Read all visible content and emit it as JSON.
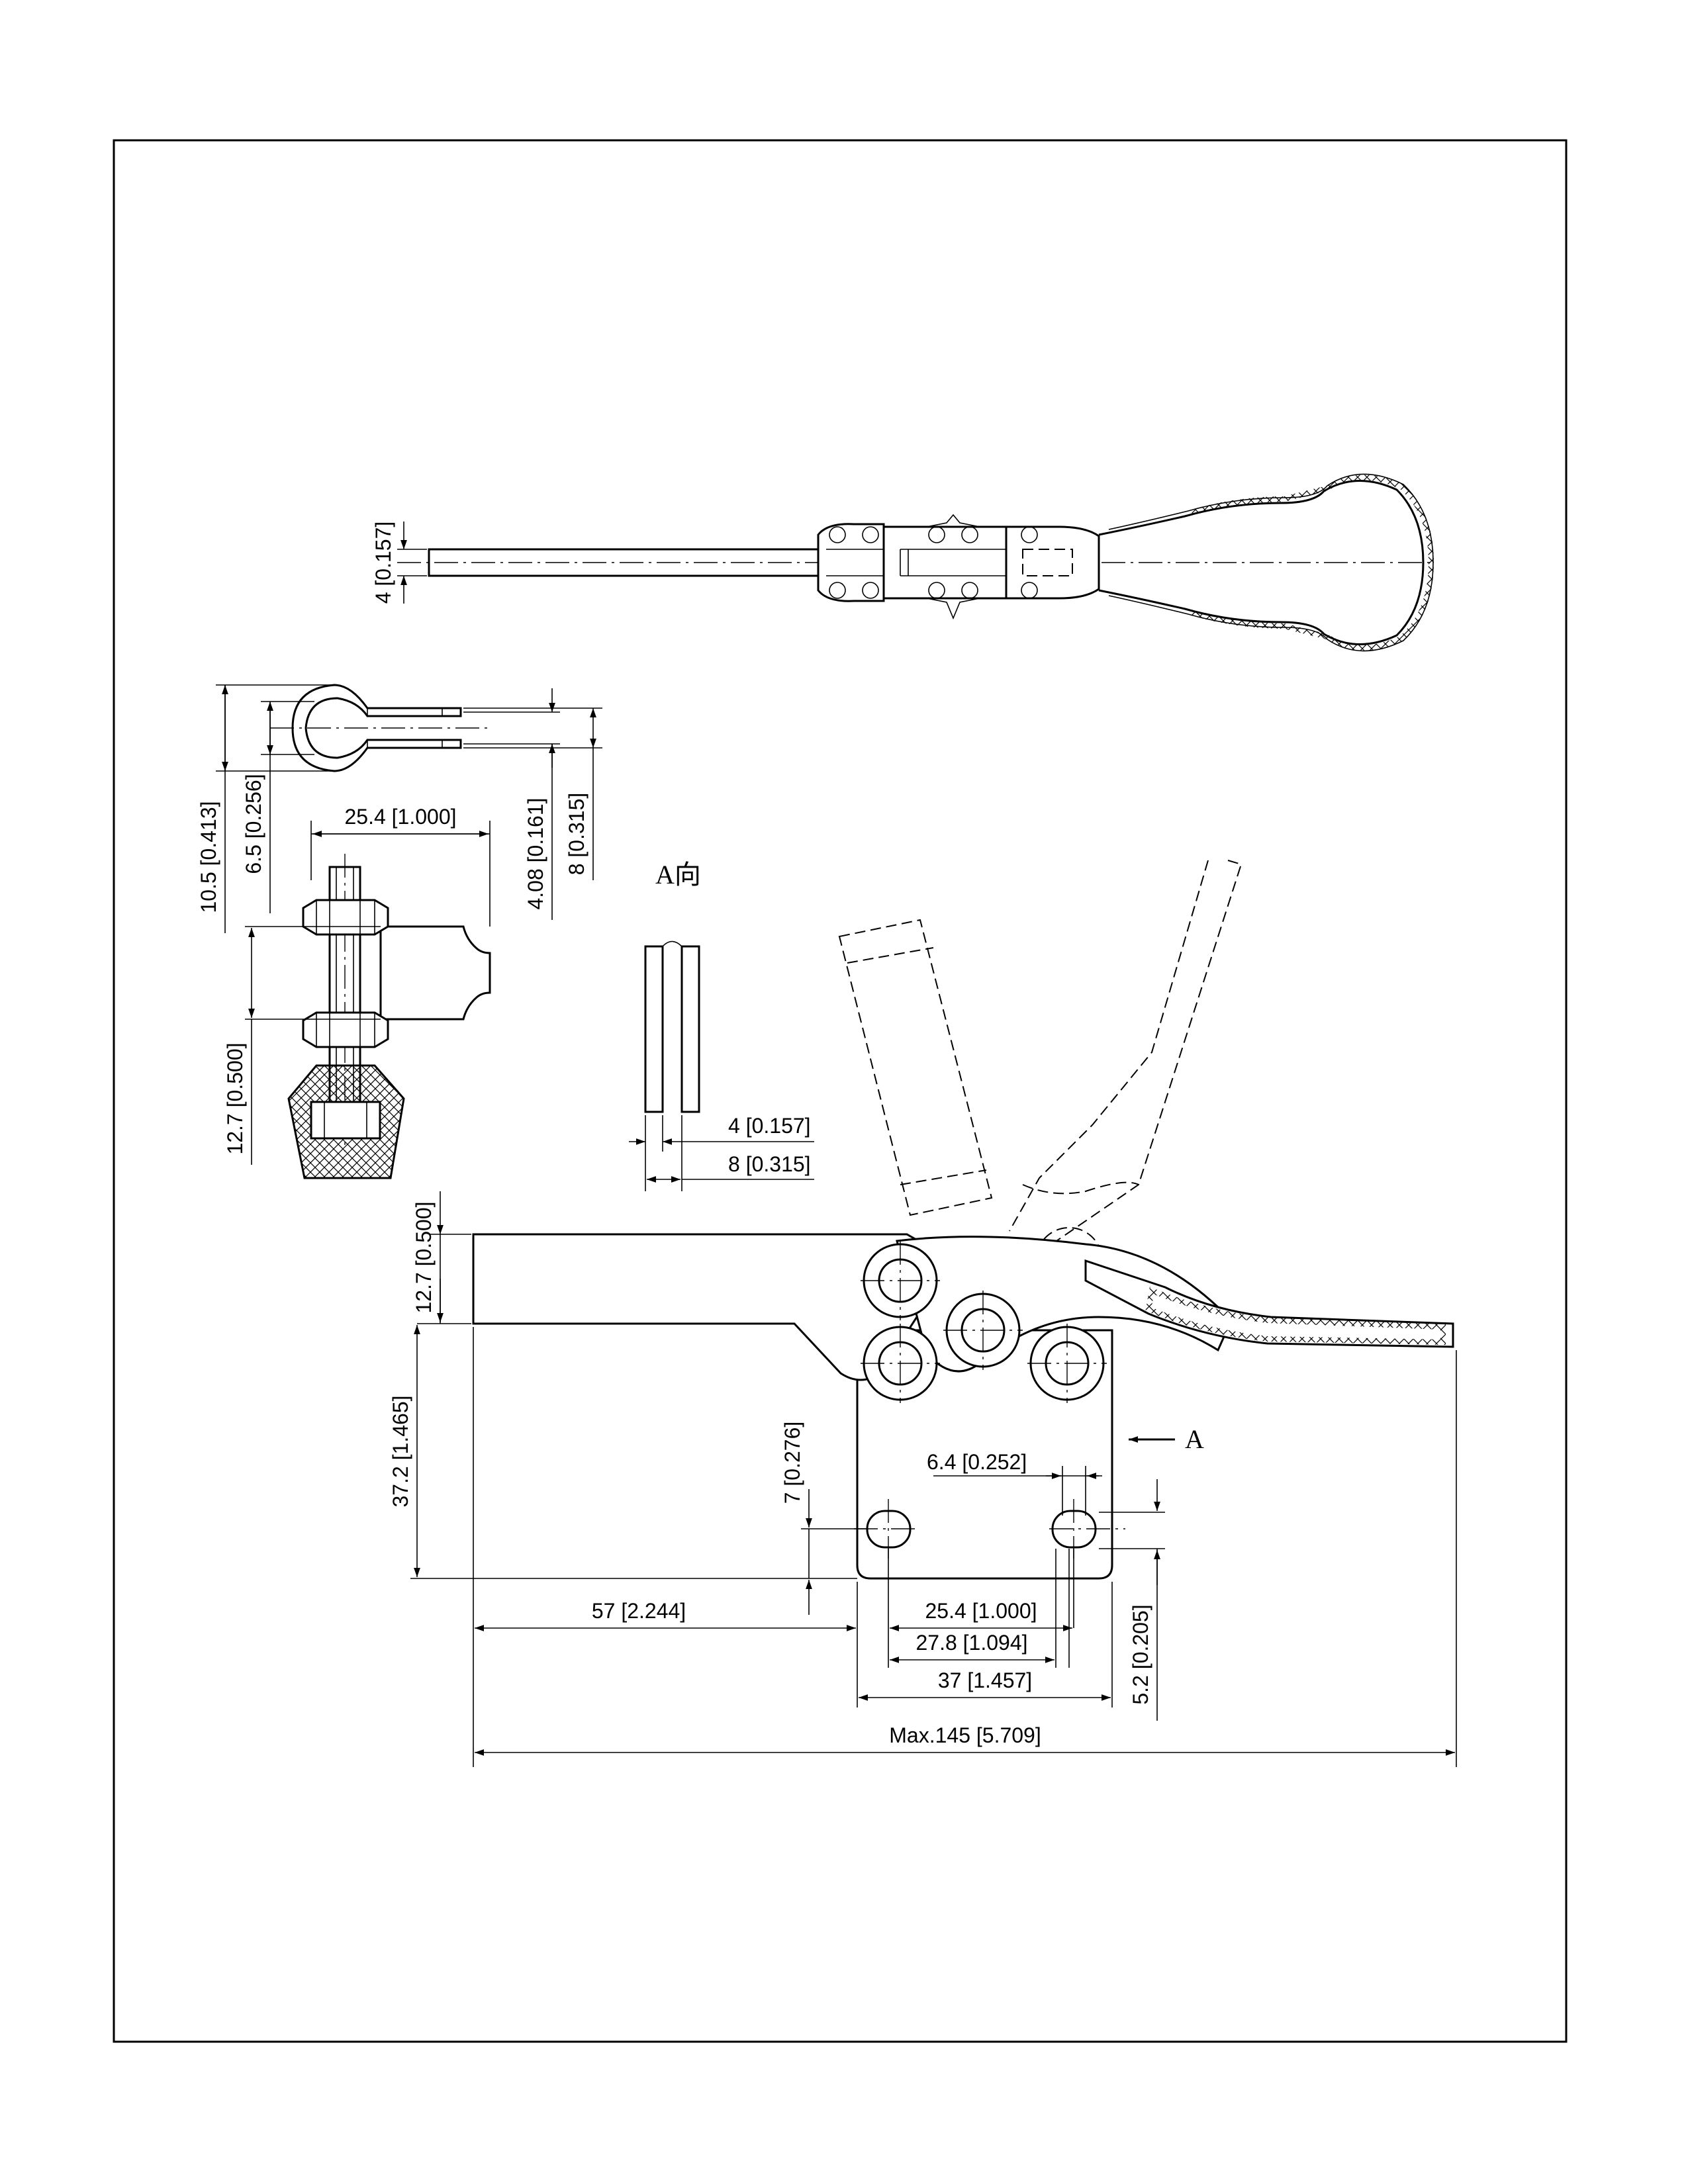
{
  "drawing": {
    "view_label": "A向",
    "arrow_label": "A",
    "dims": {
      "top_thickness": "4 [0.157]",
      "fork_overall": "10.5 [0.413]",
      "fork_ring": "6.5 [0.256]",
      "fork_slot": "4.08 [0.161]",
      "fork_width": "8 [0.315]",
      "spindle_len": "25.4 [1.000]",
      "spindle_h": "12.7 [0.500]",
      "bar_thick": "4 [0.157]",
      "bar_width": "8 [0.315]",
      "arm_h": "12.7 [0.500]",
      "base_h": "37.2 [1.465]",
      "hole_h": "7 [0.276]",
      "slot_w": "6.4 [0.252]",
      "reach": "57 [2.244]",
      "hole_c": "25.4 [1.000]",
      "hole_out": "27.8 [1.094]",
      "base_w": "37 [1.457]",
      "hole_edge": "5.2 [0.205]",
      "total": "Max.145 [5.709]"
    }
  }
}
